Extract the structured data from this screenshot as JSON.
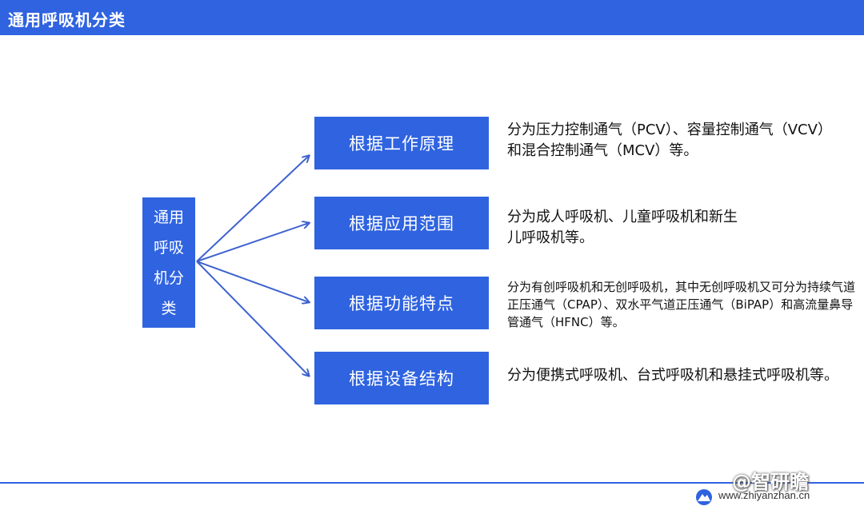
{
  "title": "通用呼吸机分类",
  "root": {
    "label": "通用呼吸机分类"
  },
  "branches": [
    {
      "label": "根据工作原理",
      "description": "分为压力控制通气（PCV）、容量控制通气（VCV）和混合控制通气（MCV）等。"
    },
    {
      "label": "根据应用范围",
      "description": "分为成人呼吸机、儿童呼吸机和新生儿呼吸机等。"
    },
    {
      "label": "根据功能特点",
      "description": "分为有创呼吸机和无创呼吸机，其中无创呼吸机又可分为持续气道正压通气（CPAP）、双水平气道正压通气（BiPAP）和高流量鼻导管通气（HFNC）等。"
    },
    {
      "label": "根据设备结构",
      "description": "分为便携式呼吸机、台式呼吸机和悬挂式呼吸机等。"
    }
  ],
  "footer": {
    "url": "www.zhiyanzhan.cn",
    "watermark": "@智研瞻",
    "logo_icon": "mountain-logo-icon"
  },
  "colors": {
    "accent": "#2f63e0",
    "arrow": "#3d62cf",
    "text": "#111111"
  }
}
